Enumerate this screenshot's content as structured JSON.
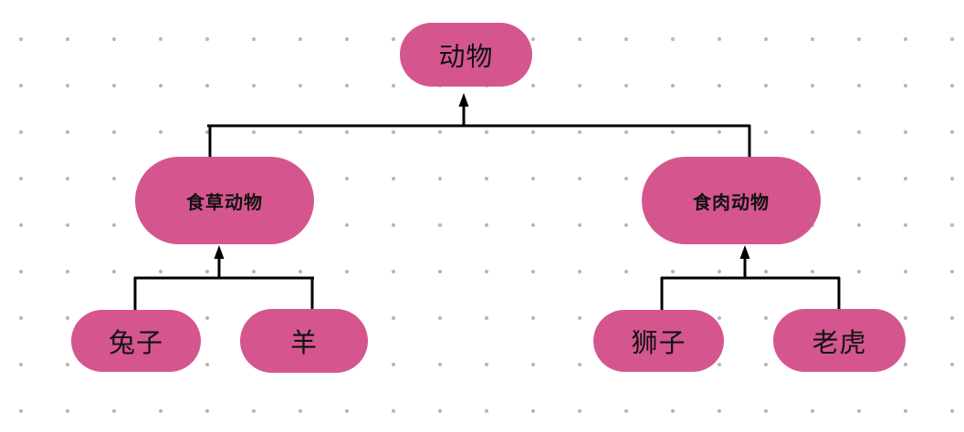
{
  "diagram": {
    "type": "tree",
    "nodes": {
      "animal": {
        "label": "动物"
      },
      "herbivore": {
        "label": "食草动物"
      },
      "carnivore": {
        "label": "食肉动物"
      },
      "rabbit": {
        "label": "兔子"
      },
      "sheep": {
        "label": "羊"
      },
      "lion": {
        "label": "狮子"
      },
      "tiger": {
        "label": "老虎"
      }
    },
    "edges": [
      {
        "from": "herbivore",
        "to": "animal",
        "arrow": "up"
      },
      {
        "from": "carnivore",
        "to": "animal",
        "arrow": "up"
      },
      {
        "from": "rabbit",
        "to": "herbivore",
        "arrow": "up"
      },
      {
        "from": "sheep",
        "to": "herbivore",
        "arrow": "up"
      },
      {
        "from": "lion",
        "to": "carnivore",
        "arrow": "up"
      },
      {
        "from": "tiger",
        "to": "carnivore",
        "arrow": "up"
      }
    ],
    "colors": {
      "node_fill": "#d5568f",
      "node_text": "#111111",
      "connector": "#000000",
      "background": "#ffffff",
      "background_dot": "#b6b6b6"
    }
  }
}
